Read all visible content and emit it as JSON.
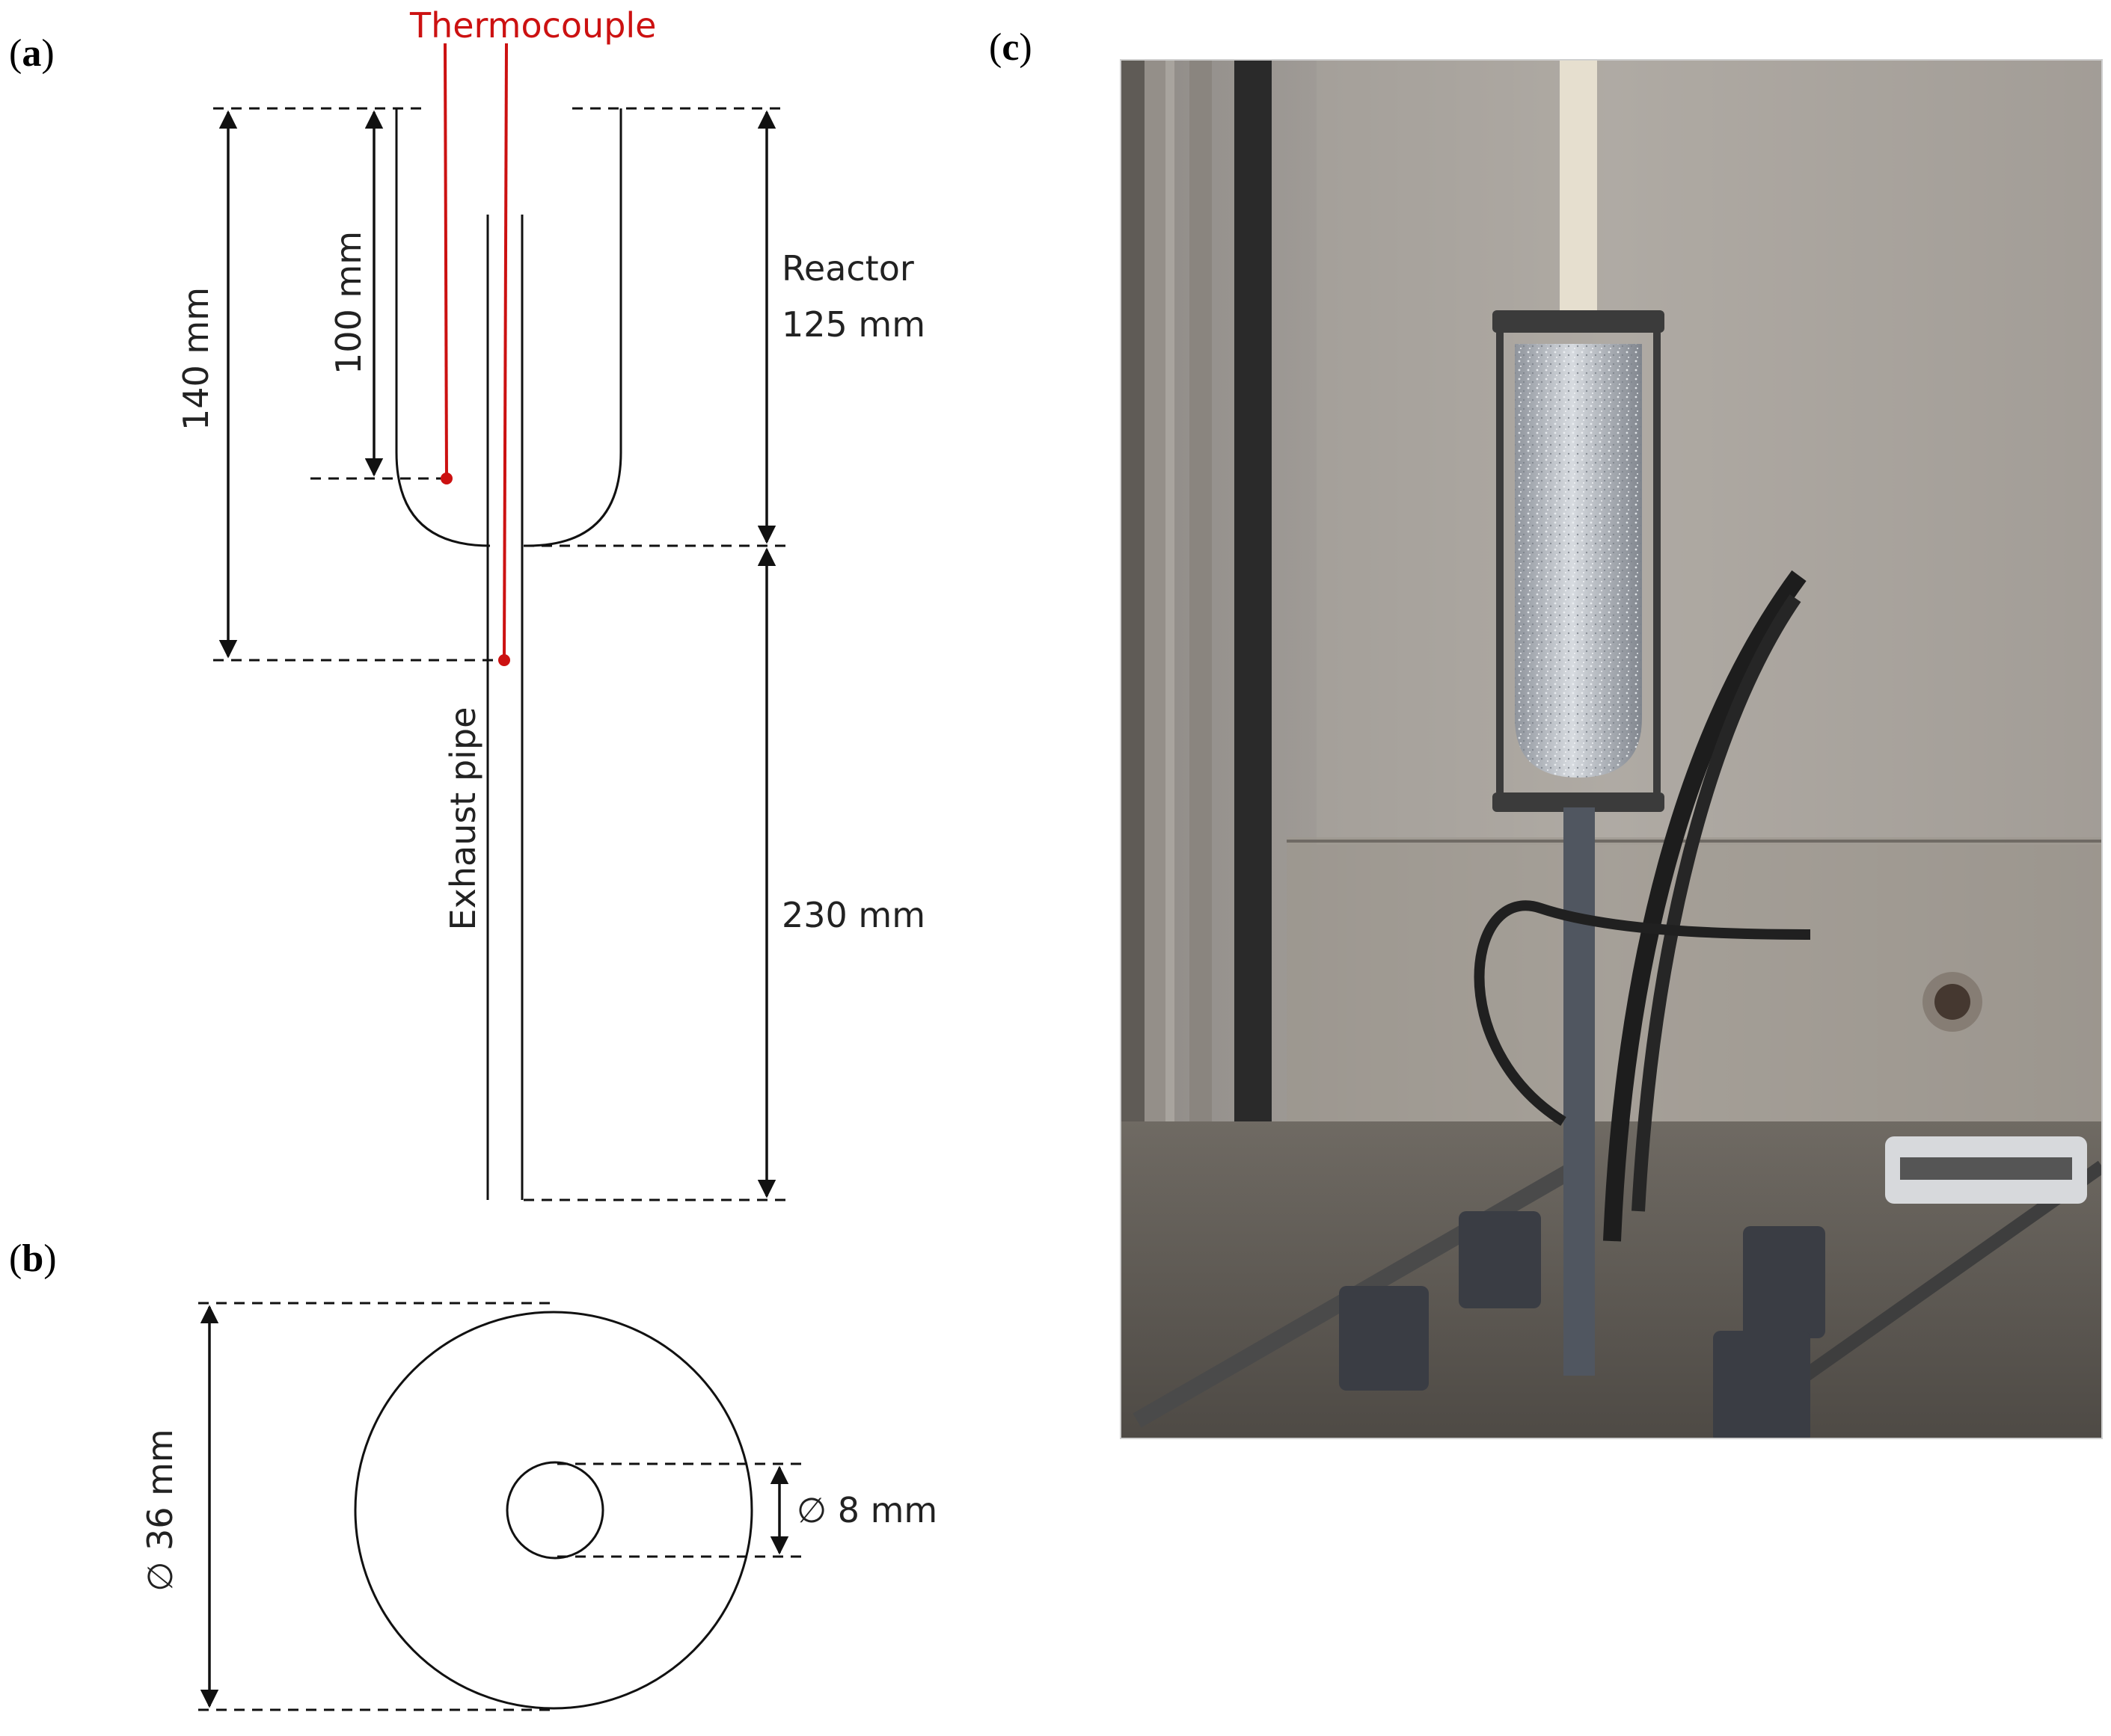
{
  "panels": {
    "a": {
      "label_open": "(",
      "label_letter": "a",
      "label_close": ")"
    },
    "b": {
      "label_open": "(",
      "label_letter": "b",
      "label_close": ")"
    },
    "c": {
      "label_open": "(",
      "label_letter": "c",
      "label_close": ")"
    }
  },
  "diagram_a": {
    "thermocouple": "Thermocouple",
    "dim_140": "140  mm",
    "dim_100": "100 mm",
    "reactor_label": "Reactor",
    "reactor_dim": "125 mm",
    "exhaust_label": "Exhaust pipe",
    "dim_230": "230 mm"
  },
  "diagram_b": {
    "outer_diameter": "∅ 36  mm",
    "inner_diameter": "∅ 8  mm"
  },
  "photo": {
    "description_icon": "reactor-photo"
  },
  "colors": {
    "thermocouple": "#cc1111",
    "line": "#111111"
  }
}
